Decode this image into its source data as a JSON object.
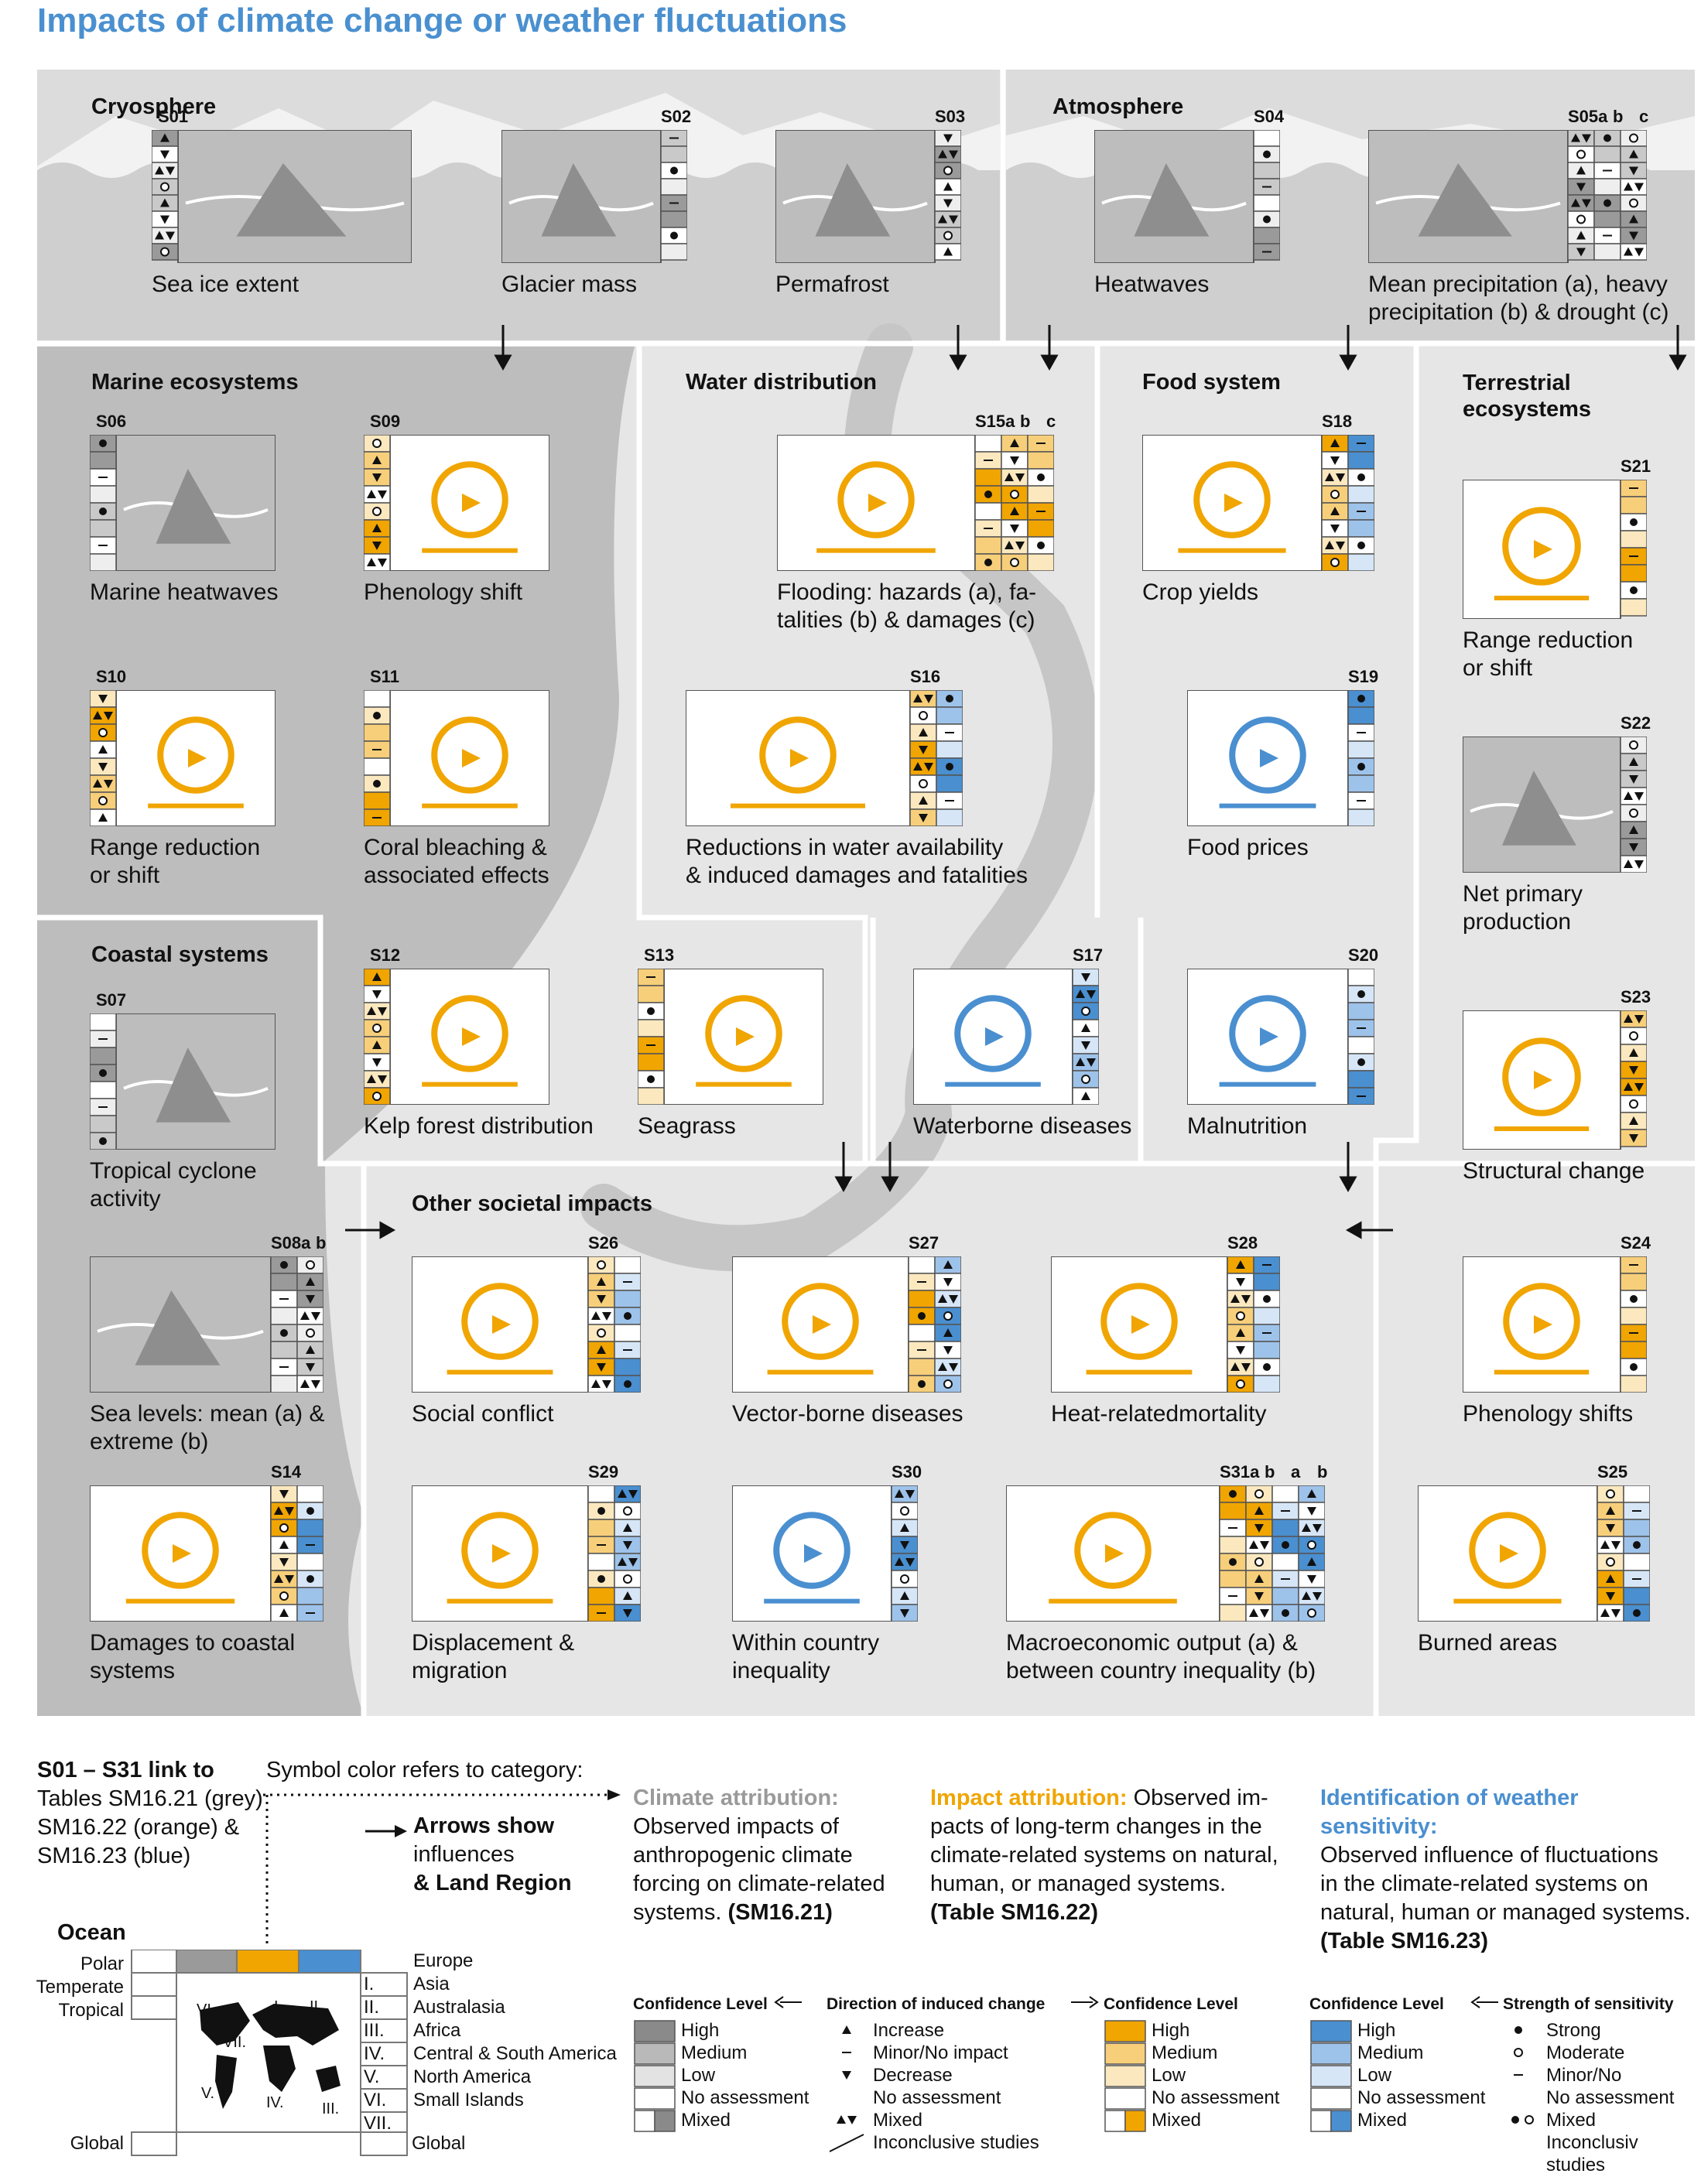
{
  "title": "Impacts of climate change or weather fluctuations",
  "sections": {
    "cryosphere": "Cryosphere",
    "atmosphere": "Atmosphere",
    "marine": "Marine ecosystems",
    "water": "Water distribution",
    "food": "Food system",
    "terrestrial_1": "Terrestrial",
    "terrestrial_2": "ecosystems",
    "coastal": "Coastal systems",
    "societal": "Other societal impacts"
  },
  "tiles": [
    {
      "code": "S01",
      "lines": [
        "Sea ice extent"
      ]
    },
    {
      "code": "S02",
      "lines": [
        "Glacier mass"
      ]
    },
    {
      "code": "S03",
      "lines": [
        "Permafrost"
      ]
    },
    {
      "code": "S04",
      "lines": [
        "Heatwaves"
      ]
    },
    {
      "code": "S05a",
      "extra": [
        "b",
        "c"
      ],
      "lines": [
        "Mean precipitation (a), heavy",
        "precipitation (b) & drought (c)"
      ]
    },
    {
      "code": "S06",
      "lines": [
        "Marine heatwaves"
      ]
    },
    {
      "code": "S09",
      "lines": [
        "Phenology shift"
      ]
    },
    {
      "code": "S15a",
      "extra": [
        "b",
        "c"
      ],
      "lines": [
        "Flooding: hazards (a), fa-",
        "talities (b) & damages (c)"
      ]
    },
    {
      "code": "S18",
      "lines": [
        "Crop yields"
      ]
    },
    {
      "code": "S21",
      "lines": [
        "Range reduction",
        "or shift"
      ]
    },
    {
      "code": "S10",
      "lines": [
        "Range reduction",
        "or shift"
      ]
    },
    {
      "code": "S11",
      "lines": [
        "Coral bleaching &",
        "associated effects"
      ]
    },
    {
      "code": "S16",
      "lines": [
        "Reductions in water availability",
        "& induced damages and fatalities"
      ]
    },
    {
      "code": "S19",
      "lines": [
        "Food prices"
      ]
    },
    {
      "code": "S22",
      "lines": [
        "Net primary",
        "production"
      ]
    },
    {
      "code": "S07",
      "lines": [
        "Tropical cyclone",
        "activity"
      ]
    },
    {
      "code": "S12",
      "lines": [
        "Kelp forest distribution"
      ]
    },
    {
      "code": "S13",
      "lines": [
        "Seagrass"
      ]
    },
    {
      "code": "S17",
      "lines": [
        "Waterborne diseases"
      ]
    },
    {
      "code": "S20",
      "lines": [
        "Malnutrition"
      ]
    },
    {
      "code": "S23",
      "lines": [
        "Structural change"
      ]
    },
    {
      "code": "S08a",
      "extra": [
        "b"
      ],
      "lines": [
        "Sea levels: mean (a) &",
        "extreme (b)"
      ]
    },
    {
      "code": "S26",
      "lines": [
        "Social conflict"
      ]
    },
    {
      "code": "S27",
      "lines": [
        "Vector-borne diseases"
      ]
    },
    {
      "code": "S28",
      "lines": [
        "Heat-relatedmortality"
      ]
    },
    {
      "code": "S24",
      "lines": [
        "Phenology shifts"
      ]
    },
    {
      "code": "S14",
      "lines": [
        "Damages to coastal",
        "systems"
      ]
    },
    {
      "code": "S29",
      "lines": [
        "Displacement &",
        "migration"
      ]
    },
    {
      "code": "S30",
      "lines": [
        "Within country",
        "inequality"
      ]
    },
    {
      "code": "S31a",
      "extra": [
        "b",
        "a",
        "b"
      ],
      "lines": [
        "Macroeconomic output (a) &",
        "between country inequality (b)"
      ]
    },
    {
      "code": "S25",
      "lines": [
        "Burned areas"
      ]
    }
  ],
  "legend": {
    "link": [
      "S01 – S31 link to",
      "Tables SM16.21 (grey)",
      "SM16.22 (orange) &",
      "SM16.23 (blue)"
    ],
    "symbol_color": "Symbol color refers to category:",
    "arrows": [
      "Arrows show",
      "influences",
      "& Land Region"
    ],
    "ocean": "Ocean",
    "ocean_rows": [
      "Polar",
      "Temperate",
      "Tropical"
    ],
    "global": "Global",
    "regions": [
      "I.",
      "II.",
      "III.",
      "IV.",
      "V.",
      "VI.",
      "VII."
    ],
    "region_names": [
      "Europe",
      "Asia",
      "Australasia",
      "Africa",
      "Central & South America",
      "North America",
      "Small Islands"
    ],
    "map_numerals": [
      "VI.",
      "I.",
      "II.",
      "VII.",
      "V.",
      "IV.",
      "III."
    ],
    "climate_head": "Climate attribution:",
    "climate_body": [
      "Observed impacts of",
      "anthropogenic climate",
      "forcing on climate-related",
      "systems."
    ],
    "climate_ref": "(SM16.21)",
    "impact_head": "Impact attribution:",
    "impact_first": " Observed im-",
    "impact_body": [
      "pacts of long-term changes in the",
      "climate-related systems on natural,",
      "human, or managed systems."
    ],
    "impact_ref": "(Table SM16.22)",
    "weather_head": "Identification of weather sensitivity:",
    "weather_body": [
      "Observed influence of fluctuations",
      "in the climate-related systems on",
      "natural, human or managed systems."
    ],
    "weather_ref": "(Table SM16.23)",
    "confidence_level": "Confidence Level",
    "direction": "Direction of induced change",
    "strength": "Strength of sensitivity",
    "conf_items": [
      "High",
      "Medium",
      "Low",
      "No assessment",
      "Mixed"
    ],
    "dir_items": [
      "Increase",
      "Minor/No impact",
      "Decrease",
      "No assessment",
      "Mixed",
      "Inconclusive studies"
    ],
    "str_items": [
      "Strong",
      "Moderate",
      "Minor/No",
      "No assessment",
      "Mixed",
      "Inconclusiv",
      "studies"
    ],
    "colors": {
      "grey": "#9a9a9a",
      "orange": "#f0a500",
      "blue": "#4a8fd0",
      "title": "#4a90d0"
    }
  }
}
